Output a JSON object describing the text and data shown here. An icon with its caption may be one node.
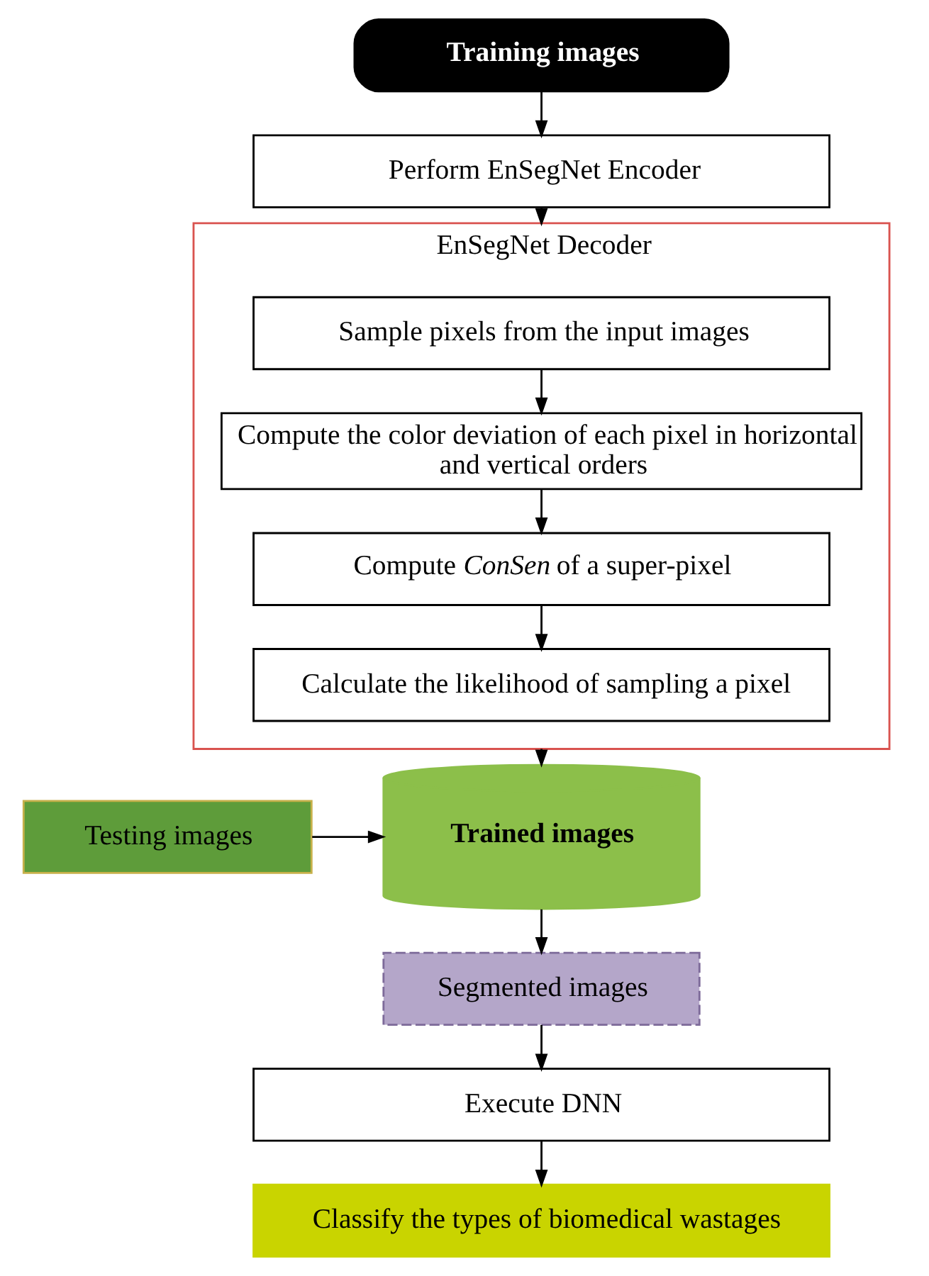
{
  "diagram": {
    "nodes": [
      {
        "text": [
          "Training images"
        ]
      },
      {
        "text": [
          "Perform EnSegNet Encoder"
        ]
      },
      {
        "text": [
          "EnSegNet Decoder"
        ]
      },
      {
        "text": [
          "Sample pixels from the input images"
        ],
        "in": 2
      },
      {
        "text": [
          "Compute the color deviation of each pixel in horizontal and vertical orders"
        ],
        "in": 2
      },
      {
        "text": [
          "Compute *ConSen* of a super-pixel"
        ],
        "in": 2
      },
      {
        "text": [
          "Calculate the likelihood of sampling a pixel"
        ],
        "in": 2
      },
      {
        "text": [
          "Trained images"
        ]
      },
      {
        "text": [
          "Testing images"
        ]
      },
      {
        "text": [
          "Segmented images"
        ]
      },
      {
        "text": [
          "Execute DNN"
        ]
      },
      {
        "text": [
          "Classify the types of biomedical wastages"
        ]
      }
    ],
    "edges": [
      {
        "from": 0,
        "to": 1,
        "arrow": "to"
      },
      {
        "from": 1,
        "to": 2,
        "arrow": "to"
      },
      {
        "from": 3,
        "to": 4,
        "arrow": "to"
      },
      {
        "from": 4,
        "to": 5,
        "arrow": "to"
      },
      {
        "from": 5,
        "to": 6,
        "arrow": "to"
      },
      {
        "from": 2,
        "to": 7,
        "arrow": "to"
      },
      {
        "from": 8,
        "to": 7,
        "arrow": "to"
      },
      {
        "from": 7,
        "to": 9,
        "arrow": "to"
      },
      {
        "from": 9,
        "to": 10,
        "arrow": "to"
      },
      {
        "from": 10,
        "to": 11,
        "arrow": "to"
      }
    ]
  }
}
